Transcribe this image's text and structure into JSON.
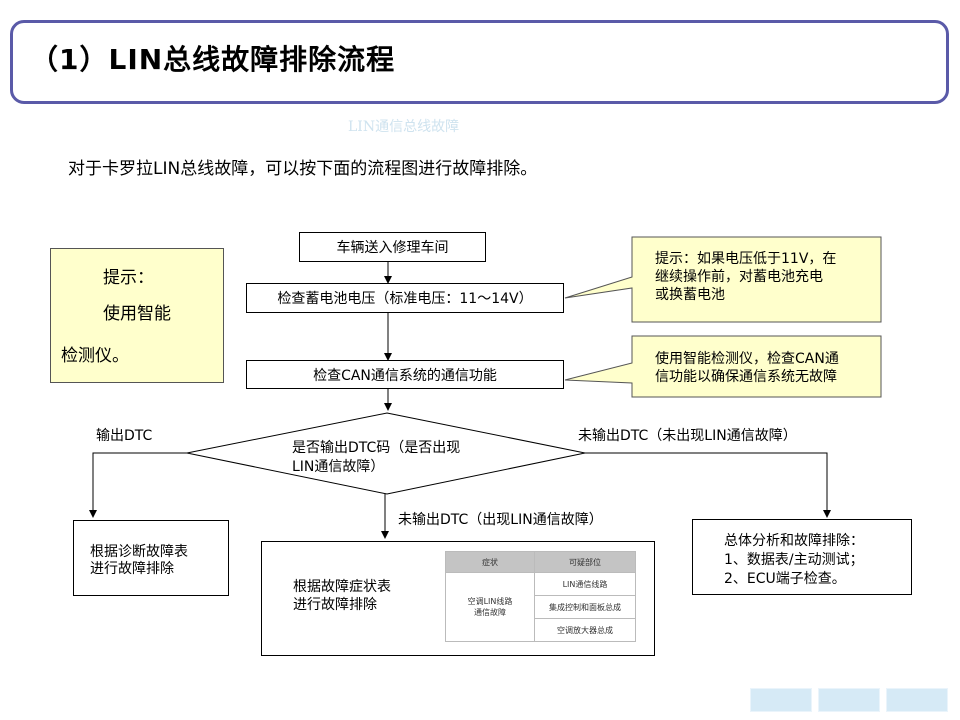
{
  "title": "（1）LIN总线故障排除流程",
  "watermark": "LIN通信总线故障",
  "intro": "对于卡罗拉LIN总线故障，可以按下面的流程图进行故障排除。",
  "hint": {
    "line1": "提示：",
    "line2": "使用智能",
    "line3": "检测仪。"
  },
  "flow": {
    "step1": "车辆送入修理车间",
    "step2": "检查蓄电池电压（标准电压：11～14V）",
    "step3": "检查CAN通信系统的通信功能",
    "decision_line1": "是否输出DTC码（是否出现",
    "decision_line2": "LIN通信故障）",
    "left_label": "输出DTC",
    "right_label": "未输出DTC（未出现LIN通信故障）",
    "down_label": "未输出DTC（出现LIN通信故障）",
    "left_box_line1": "根据诊断故障表",
    "left_box_line2": "进行故障排除",
    "mid_box_line1": "根据故障症状表",
    "mid_box_line2": "进行故障排除",
    "right_box_line1": "总体分析和故障排除：",
    "right_box_line2": "1、数据表/主动测试；",
    "right_box_line3": "2、ECU端子检查。"
  },
  "notes": {
    "note1_line1": "提示：如果电压低于11V，在",
    "note1_line2": "继续操作前，对蓄电池充电",
    "note1_line3": "或换蓄电池",
    "note2_line1": "使用智能检测仪，检查CAN通",
    "note2_line2": "信功能以确保通信系统无故障"
  },
  "symptom_table": {
    "headers": [
      "症状",
      "可疑部位"
    ],
    "symptom_line1": "空调LIN线路",
    "symptom_line2": "通信故障",
    "parts": [
      "LIN通信线路",
      "集成控制和面板总成",
      "空调放大器总成"
    ]
  },
  "colors": {
    "title_border": "#5a5aa8",
    "note_fill": "#ffffcc",
    "nav_button": "#d6eaf6"
  },
  "nav_buttons": [
    "",
    "",
    ""
  ]
}
